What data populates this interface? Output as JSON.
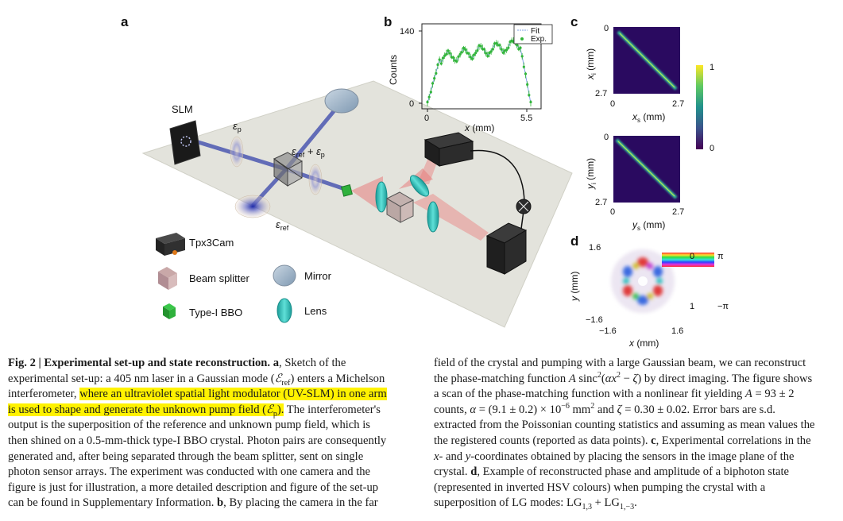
{
  "panels": {
    "a": "a",
    "b": "b",
    "c": "c",
    "d": "d"
  },
  "setup": {
    "slm_label": "SLM",
    "legend": {
      "tpx3cam": "Tpx3Cam",
      "beam_splitter": "Beam splitter",
      "bbo": "Type-I BBO",
      "mirror": "Mirror",
      "lens": "Lens"
    },
    "colors": {
      "table": "#e3e3dc",
      "beam": "#4b57b0",
      "red_cone": "#e87d7d",
      "lens": "#3cc7c2",
      "mirror": "#9fb3c8",
      "bbo": "#2fb13c"
    }
  },
  "panel_b": {
    "ylabel": "Counts",
    "xlabel_var": "x",
    "xlabel_unit": " (mm)",
    "yticks": [
      "140",
      "0"
    ],
    "xticks": [
      "0",
      "5.5"
    ],
    "legend": {
      "fit": "Fit",
      "exp": "Exp."
    },
    "colors": {
      "fit": "#7fa0e6",
      "exp": "#32b53a"
    }
  },
  "panel_c": {
    "top": {
      "ylabel_var": "x",
      "ylabel_sub": "i",
      "xlabel_var": "x",
      "xlabel_sub": "s",
      "unit": " (mm)",
      "ticks": {
        "y0": "0",
        "y1": "2.7",
        "x0": "0",
        "x1": "2.7"
      }
    },
    "bottom": {
      "ylabel_var": "y",
      "ylabel_sub": "i",
      "xlabel_var": "y",
      "xlabel_sub": "s",
      "unit": " (mm)",
      "ticks": {
        "y0": "0",
        "y1": "2.7",
        "x0": "0",
        "x1": "2.7"
      }
    },
    "colorbar": {
      "max": "1",
      "min": "0"
    }
  },
  "panel_d": {
    "ylabel_var": "y",
    "xlabel_var": "x",
    "unit": " (mm)",
    "ticks": {
      "y_top": "1.6",
      "y_bottom": "−1.6",
      "x_left": "−1.6",
      "x_right": "1.6"
    },
    "colorbar": {
      "amp_top": "0",
      "amp_bottom": "1",
      "phase_top": "π",
      "phase_bottom": "−π"
    }
  },
  "caption_left": {
    "title": "Fig. 2 | Experimental set-up and state reconstruction.",
    "a_letter": "a",
    "t1": ", Sketch of the experimental set-up: a 405 nm laser in a Gaussian mode (",
    "e_ref": "ℰ",
    "ref": "ref",
    "t2": ") enters a Michelson interferometer, ",
    "hl1": "where an ultraviolet spatial light modulator (UV-SLM) in one arm is used to shape and generate the unknown pump field (",
    "e_p": "ℰ",
    "p": "p",
    "hl2": ").",
    "t3": " The interferometer's output is the superposition of the reference and unknown pump field, which is then shined on a 0.5-mm-thick type-I BBO crystal. Photon pairs are consequently generated and, after being separated through the beam splitter, sent on single photon sensor arrays. The experiment was conducted with one camera and the figure is just for illustration, a more detailed description and figure of the set-up can be found in Supplementary Information. ",
    "b_letter": "b",
    "t4": ", By placing the camera in the far"
  },
  "caption_right": {
    "t1": "field of the crystal and pumping with a large Gaussian beam, we can reconstruct the phase-matching function ",
    "A": "A",
    "sinc": " sinc",
    "sup2": "2",
    "t2": "(",
    "alpha": "α",
    "x": "x",
    "t3": " − ",
    "zeta": "ζ",
    "t4": ") by direct imaging. The figure shows a scan of the phase-matching function with a nonlinear fit yielding ",
    "A2": "A",
    "t5": " = 93 ± 2 counts, ",
    "alpha2": "α",
    "t6": " = (9.1 ± 0.2) × 10",
    "sup_exp": "−6",
    "t7": " mm",
    "t8": " and ",
    "zeta2": "ζ",
    "t9": " = 0.30 ± 0.02. Error bars are s.d. extracted from the Poissonian counting statistics and assuming as mean values the the registered counts (reported as data points). ",
    "c_letter": "c",
    "t10": ", Experimental correlations in the ",
    "xcoord": "x",
    "t11": "- and ",
    "ycoord": "y",
    "t12": "-coordinates obtained by placing the sensors in the image plane of the crystal. ",
    "d_letter": "d",
    "t13": ", Example of reconstructed phase and amplitude of a biphoton state (represented in inverted HSV colours) when pumping the crystal with a superposition of LG modes: LG",
    "sub1": "1,3",
    "t14": " + LG",
    "sub2": "1,−3",
    "t15": "."
  }
}
